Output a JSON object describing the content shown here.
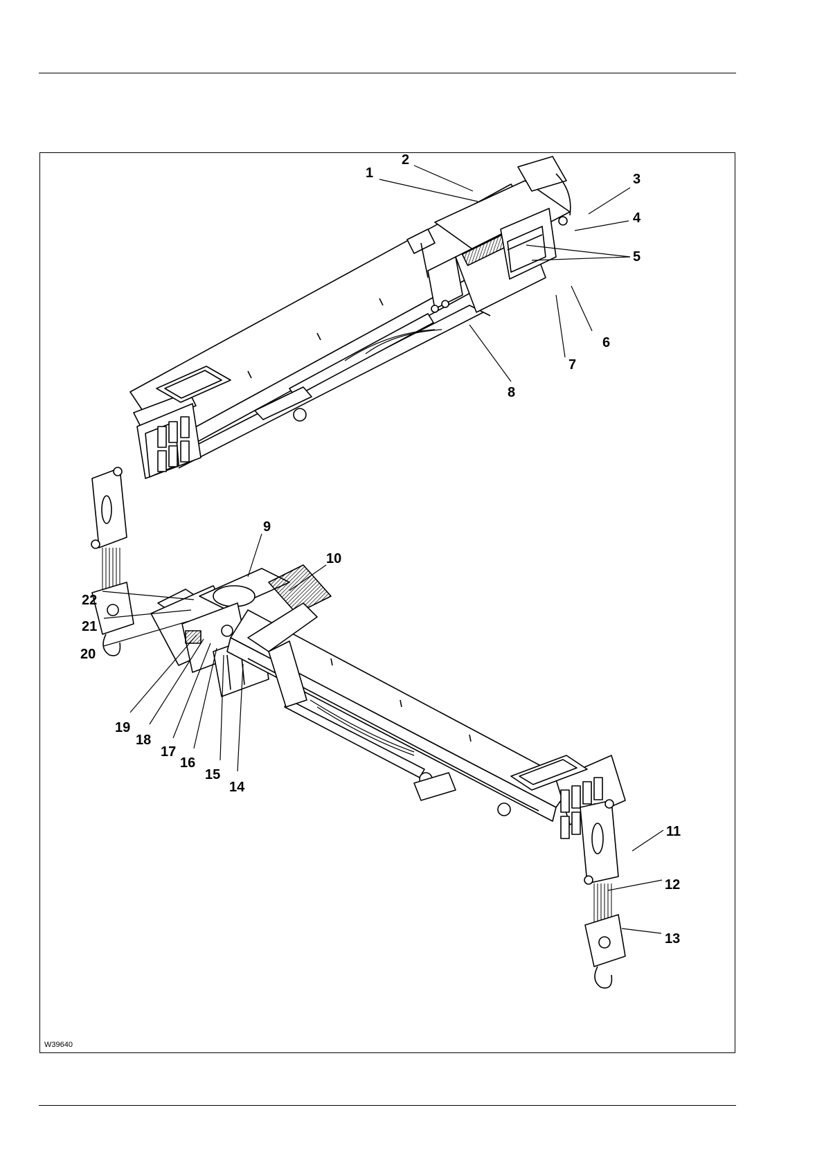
{
  "figure": {
    "code": "W39640",
    "callouts": [
      "1",
      "2",
      "3",
      "4",
      "5",
      "6",
      "7",
      "8",
      "9",
      "10",
      "11",
      "12",
      "13",
      "14",
      "15",
      "16",
      "17",
      "18",
      "19",
      "20",
      "21",
      "22"
    ]
  },
  "colors": {
    "ink": "#000000",
    "paper": "#ffffff",
    "shade": "#cfcfcf"
  }
}
